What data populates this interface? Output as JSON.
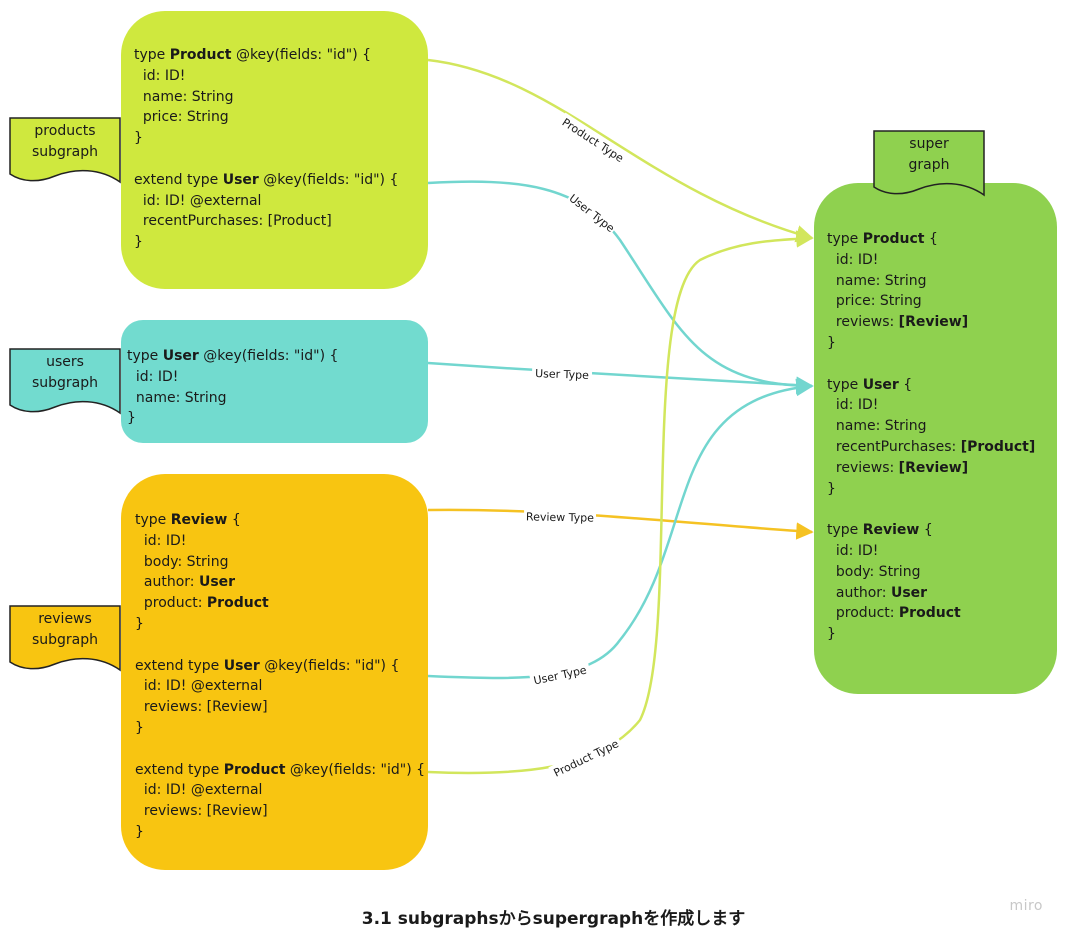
{
  "colors": {
    "products": "#cfe83e",
    "users": "#72dbcf",
    "reviews": "#f8c511",
    "supergraph": "#8fd14f",
    "edge_product": "#d2e65c",
    "edge_user": "#72d6cf",
    "edge_review": "#f5c223"
  },
  "flags": {
    "products": {
      "line1": "products",
      "line2": "subgraph"
    },
    "users": {
      "line1": "users",
      "line2": "subgraph"
    },
    "reviews": {
      "line1": "reviews",
      "line2": "subgraph"
    },
    "supergraph": {
      "line1": "super",
      "line2": "graph"
    }
  },
  "products_box": {
    "product_prefix": "type ",
    "product_name": "Product",
    "product_suffix": " @key(fields: \"id\") {",
    "product_fields": [
      "id: ID!",
      "name: String",
      "price: String"
    ],
    "product_close": "}",
    "user_prefix": "extend type ",
    "user_name": "User",
    "user_suffix": " @key(fields: \"id\") {",
    "user_fields": [
      "id: ID! @external",
      "recentPurchases: [Product]"
    ],
    "user_close": "}"
  },
  "users_box": {
    "prefix": "type ",
    "name": "User",
    "suffix": " @key(fields: \"id\") {",
    "fields": [
      "id: ID!",
      "name: String"
    ],
    "close": "}"
  },
  "reviews_box": {
    "review_prefix": "type ",
    "review_name": "Review",
    "review_suffix": " {",
    "review_f1": "id: ID!",
    "review_f2": "body: String",
    "review_f3_key": "author: ",
    "review_f3_type": "User",
    "review_f4_key": "product: ",
    "review_f4_type": "Product",
    "review_close": "}",
    "user_prefix": "extend type ",
    "user_name": "User",
    "user_suffix": " @key(fields: \"id\") {",
    "user_fields": [
      "id: ID! @external",
      "reviews: [Review]"
    ],
    "user_close": "}",
    "product_prefix": "extend type ",
    "product_name": "Product",
    "product_suffix": " @key(fields: \"id\") {",
    "product_fields": [
      "id: ID! @external",
      "reviews: [Review]"
    ],
    "product_close": "}"
  },
  "super_box": {
    "product_prefix": "type ",
    "product_name": "Product",
    "product_suffix": " {",
    "product_f1": "id: ID!",
    "product_f2": "name: String",
    "product_f3": "price: String",
    "product_f4_key": "reviews: ",
    "product_f4_type": "[Review]",
    "product_close": "}",
    "user_prefix": "type ",
    "user_name": "User",
    "user_suffix": " {",
    "user_f1": "id: ID!",
    "user_f2": "name: String",
    "user_f3_key": "recentPurchases: ",
    "user_f3_type": "[Product]",
    "user_f4_key": "reviews: ",
    "user_f4_type": "[Review]",
    "user_close": "}",
    "review_prefix": "type ",
    "review_name": "Review",
    "review_suffix": " {",
    "review_f1": "id: ID!",
    "review_f2": "body: String",
    "review_f3_key": "author: ",
    "review_f3_type": "User",
    "review_f4_key": "product: ",
    "review_f4_type": "Product",
    "review_close": "}"
  },
  "edge_labels": {
    "products_product": "Product Type",
    "products_user": "User Type",
    "users_user": "User Type",
    "reviews_review": "Review Type",
    "reviews_user": "User Type",
    "reviews_product": "Product Type"
  },
  "footer": "3.1 subgraphsからsupergraphを作成します",
  "brand": "miro"
}
